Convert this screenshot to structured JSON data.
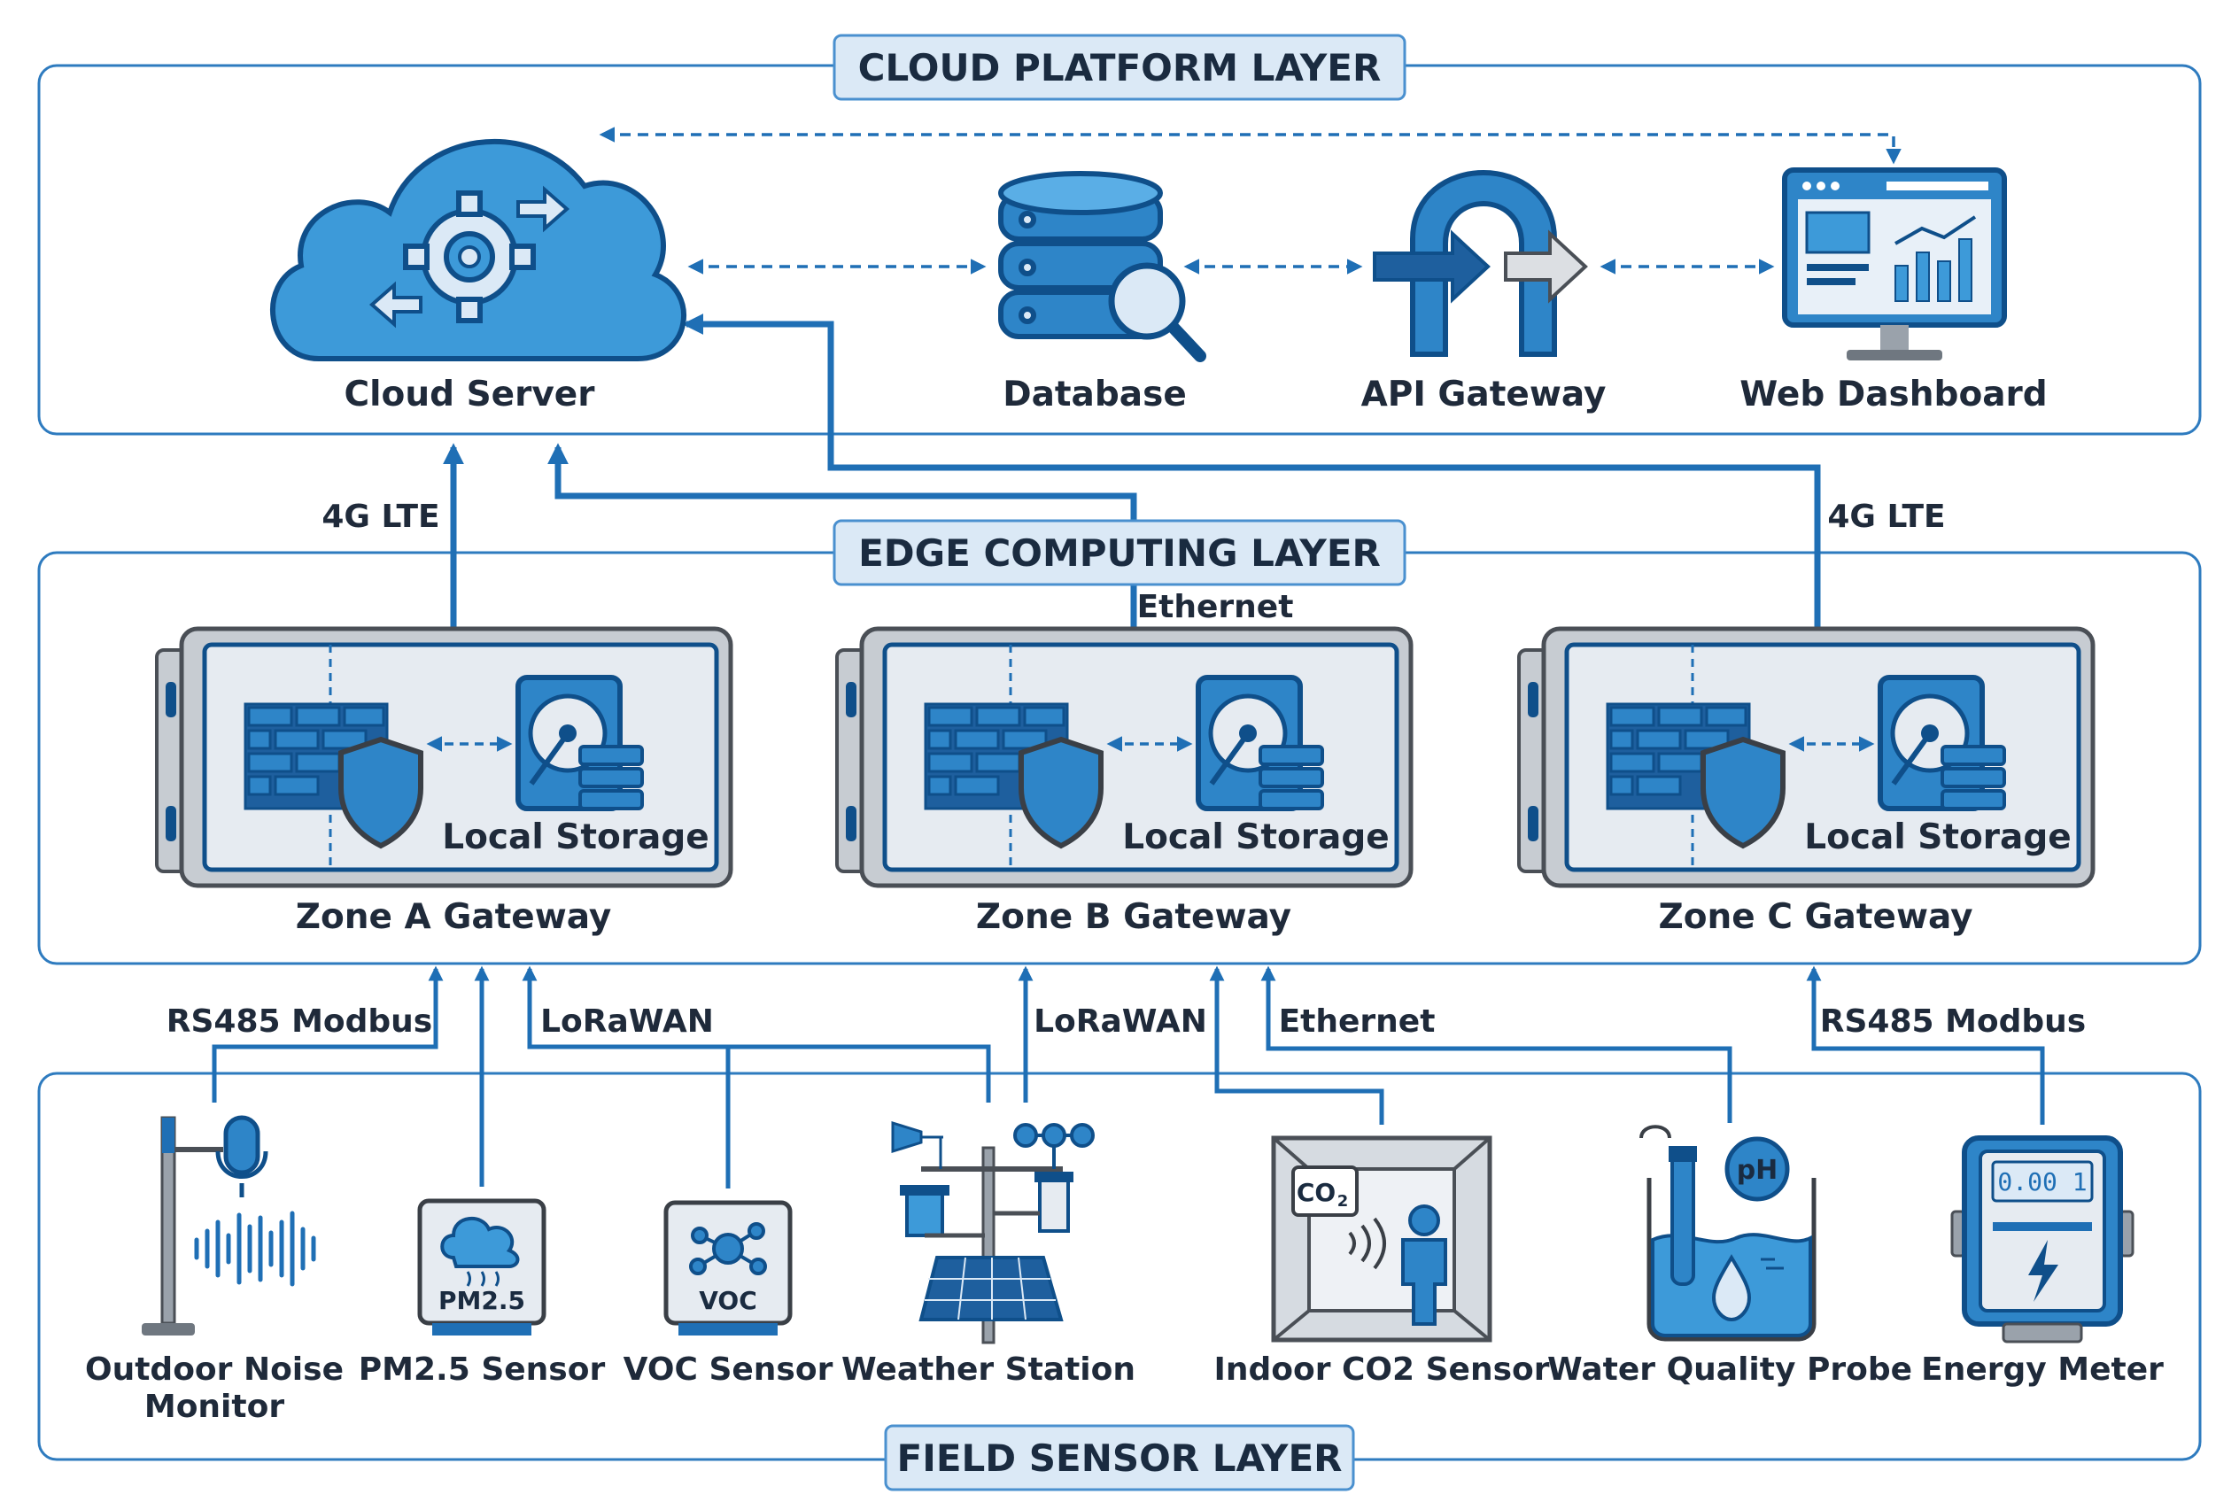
{
  "layers": {
    "cloud": "CLOUD PLATFORM LAYER",
    "edge": "EDGE COMPUTING LAYER",
    "field": "FIELD SENSOR LAYER"
  },
  "cloud_nodes": {
    "cloud_server": "Cloud Server",
    "database": "Database",
    "api_gateway": "API Gateway",
    "web_dashboard": "Web Dashboard"
  },
  "gateways": [
    {
      "name": "Zone A Gateway",
      "storage": "Local Storage"
    },
    {
      "name": "Zone B Gateway",
      "storage": "Local Storage"
    },
    {
      "name": "Zone C Gateway",
      "storage": "Local Storage"
    }
  ],
  "links": {
    "zone_a_uplink": "4G LTE",
    "zone_b_uplink": "Ethernet",
    "zone_c_uplink": "4G LTE",
    "rs485_a": "RS485 Modbus",
    "lorawan_a": "LoRaWAN",
    "lorawan_b": "LoRaWAN",
    "ethernet_b": "Ethernet",
    "rs485_c": "RS485 Modbus"
  },
  "sensors": {
    "noise_line1": "Outdoor Noise",
    "noise_line2": "Monitor",
    "pm25": "PM2.5 Sensor",
    "voc": "VOC Sensor",
    "weather": "Weather Station",
    "co2": "Indoor CO2 Sensor",
    "water": "Water Quality Probe",
    "energy": "Energy Meter"
  },
  "badges": {
    "pm25": "PM2.5",
    "voc": "VOC",
    "co2": "CO",
    "co2_sub": "2",
    "ph": "pH",
    "meter_reading": "0.00 1"
  },
  "colors": {
    "primary": "#1f6fb5",
    "light_blue": "#3d9ad9",
    "dark_blue": "#0f4f8a",
    "panel_bg": "#e3ecf5",
    "frame_border": "#2e7bbf"
  }
}
